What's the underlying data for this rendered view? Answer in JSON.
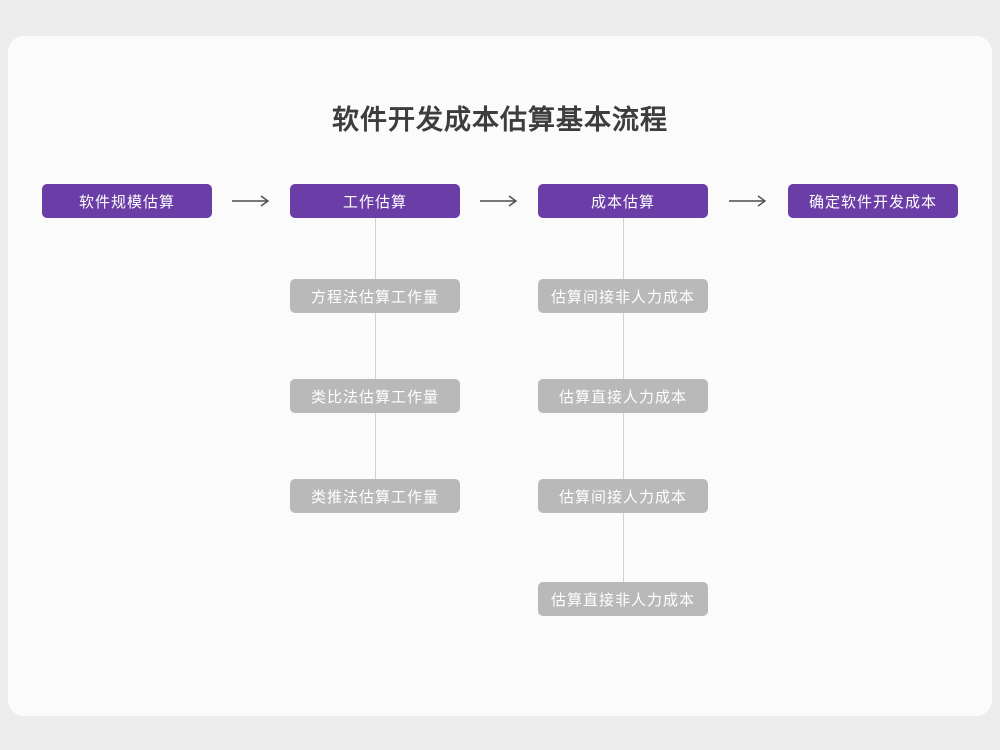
{
  "title": "软件开发成本估算基本流程",
  "colors": {
    "primary_node": "#6b3da6",
    "sub_node": "#b9b9b9",
    "node_text": "#ffffff",
    "title_text": "#3d3d3d",
    "connector": "#d2d2d2",
    "arrow": "#4d4d4d",
    "card_background": "#fbfbfb",
    "page_background": "#ededed"
  },
  "main_flow": [
    "软件规模估算",
    "工作估算",
    "成本估算",
    "确定软件开发成本"
  ],
  "work_branch": {
    "parent": "工作估算",
    "items": [
      "方程法估算工作量",
      "类比法估算工作量",
      "类推法估算工作量"
    ]
  },
  "cost_branch": {
    "parent": "成本估算",
    "items": [
      "估算间接非人力成本",
      "估算直接人力成本",
      "估算间接人力成本",
      "估算直接非人力成本"
    ]
  }
}
